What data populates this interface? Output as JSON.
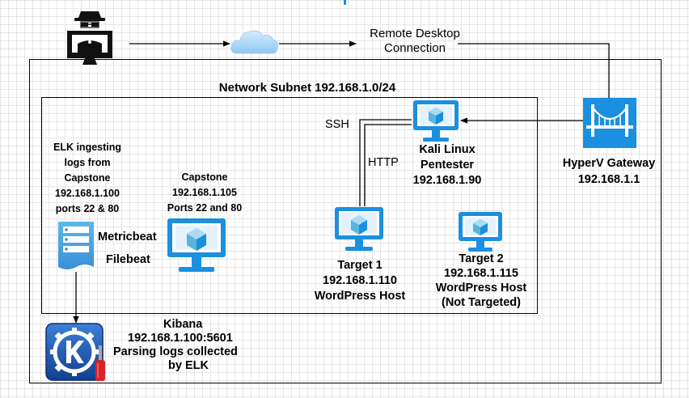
{
  "remote_desktop": {
    "line1": "Remote Desktop",
    "line2": "Connection"
  },
  "subnet": {
    "label": "Network Subnet 192.168.1.0/24"
  },
  "edges": {
    "ssh": "SSH",
    "http": "HTTP"
  },
  "elk": {
    "lines": [
      "ELK ingesting",
      "logs from",
      "Capstone",
      "192.168.1.100",
      "ports 22 & 80"
    ],
    "metricbeat": "Metricbeat",
    "filebeat": "Filebeat"
  },
  "capstone": {
    "lines": [
      "Capstone",
      "192.168.1.105",
      "Ports 22 and 80"
    ]
  },
  "kali": {
    "lines": [
      "Kali Linux",
      "Pentester",
      "192.168.1.90"
    ]
  },
  "target1": {
    "lines": [
      "Target 1",
      "192.168.1.110",
      "WordPress Host"
    ]
  },
  "target2": {
    "lines": [
      "Target 2",
      "192.168.1.115",
      "WordPress Host",
      "(Not Targeted)"
    ]
  },
  "gateway": {
    "lines": [
      "HyperV Gateway",
      "192.168.1.1"
    ]
  },
  "kibana": {
    "lines": [
      "Kibana",
      "192.168.1.100:5601",
      "Parsing logs collected",
      "by ELK"
    ]
  },
  "colors": {
    "azure_blue": "#1b8fe0",
    "icon_light": "#59b4d9",
    "kde_blue": "#1b4fa8",
    "screwdriver_red": "#d8232a"
  }
}
